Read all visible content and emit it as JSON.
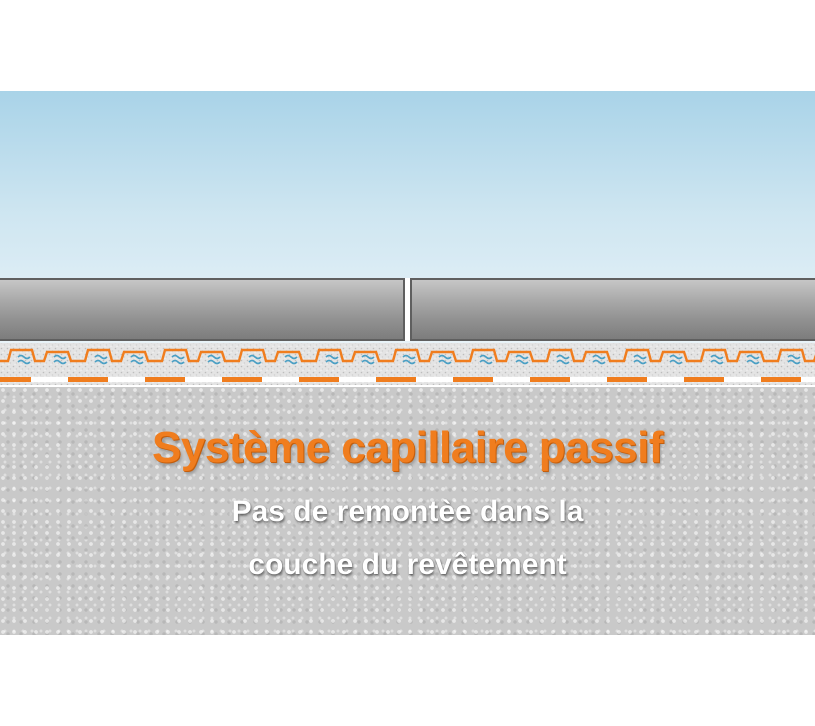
{
  "scene": {
    "title": "Système capillaire passif",
    "subtitle_line1": "Pas de remontèe dans la",
    "subtitle_line2": "couche du revêtement"
  },
  "colors": {
    "accent_orange": "#f07d1e",
    "sky_top": "#a9d3e8",
    "tile_gray": "#9a9a9a",
    "ground_gray": "#c9c9c9",
    "water_blue": "#4a9fc4"
  },
  "icons": {
    "matting": "capillary-matting-icon",
    "water": "water-wave-icon"
  }
}
